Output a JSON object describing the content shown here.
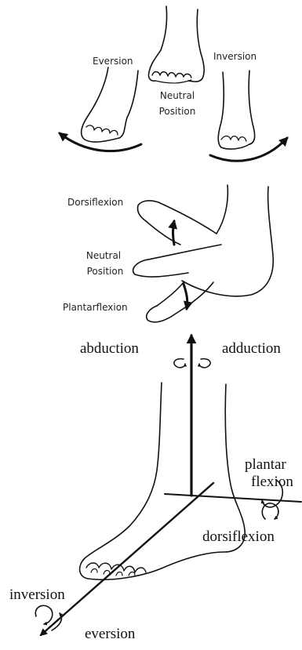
{
  "panels": {
    "frontal": {
      "eversion": "Eversion",
      "neutral_line1": "Neutral",
      "neutral_line2": "Position",
      "inversion": "Inversion"
    },
    "sagittal": {
      "dorsiflexion": "Dorsiflexion",
      "neutral_line1": "Neutral",
      "neutral_line2": "Position",
      "plantarflexion": "Plantarflexion"
    },
    "axes": {
      "abduction": "abduction",
      "adduction": "adduction",
      "plantar_line1": "plantar",
      "plantar_line2": "flexion",
      "dorsiflexion": "dorsiflexion",
      "inversion": "inversion",
      "eversion": "eversion"
    }
  },
  "colors": {
    "ink": "#111111",
    "background": "#ffffff"
  }
}
